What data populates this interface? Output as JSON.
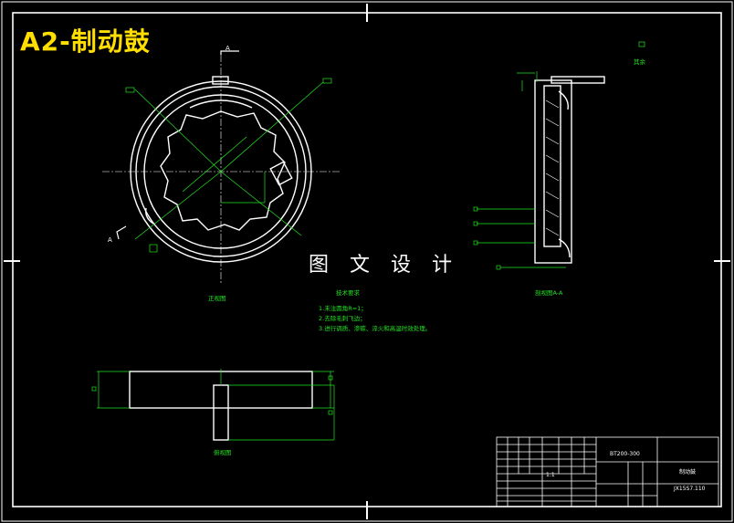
{
  "title": "A2-制动鼓",
  "watermark": "图 文 设 计",
  "views": {
    "front": "正视图",
    "section": "剖视图A-A",
    "top": "俯视图"
  },
  "section_markers": {
    "a_top": "A",
    "a_left": "A"
  },
  "surface_note": "其余",
  "technical_requirements": {
    "heading": "技术要求",
    "items": [
      "1.未注圆角R=1；",
      "2.去除毛刺飞边；",
      "3.进行调质、渗碳、淬火和高温时效处理。"
    ]
  },
  "title_block": {
    "drawing_code": "BT200-300",
    "part_name": "制动鼓",
    "number": "JX15S7.110",
    "scale": "1:1"
  },
  "colors": {
    "border": "#ffffff",
    "geometry": "#ffffff",
    "dimensions": "#22e322",
    "title": "#ffde00"
  }
}
